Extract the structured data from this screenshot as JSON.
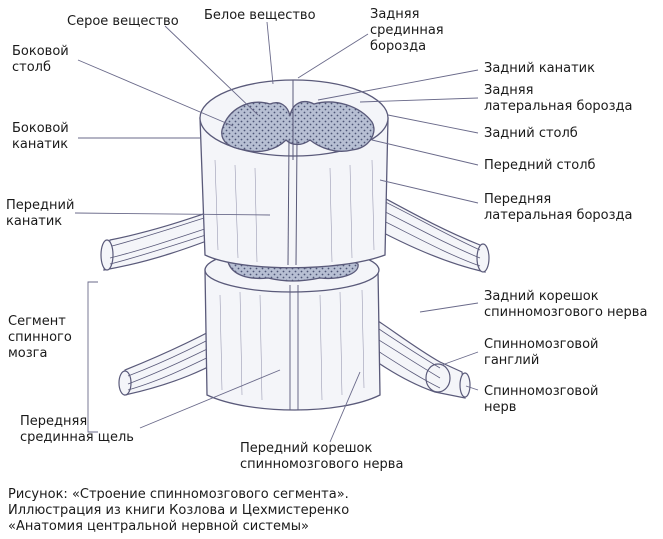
{
  "labels": {
    "gray_matter": "Серое вещество",
    "white_matter": "Белое вещество",
    "post_median_sulcus": [
      "Задняя",
      "срединная",
      "борозда"
    ],
    "lateral_column": [
      "Боковой",
      "столб"
    ],
    "lateral_funiculus": [
      "Боковой",
      "канатик"
    ],
    "anterior_funiculus": [
      "Передний",
      "канатик"
    ],
    "segment": [
      "Сегмент",
      "спинного",
      "мозга"
    ],
    "ant_median_fissure": [
      "Передняя",
      "срединная щель"
    ],
    "ant_root": [
      "Передний корешок",
      "спинномозгового нерва"
    ],
    "post_funiculus": "Задний канатик",
    "post_lat_sulcus": [
      "Задняя",
      "латеральная борозда"
    ],
    "post_column": "Задний столб",
    "ant_column": "Передний столб",
    "ant_lat_sulcus": [
      "Передняя",
      "латеральная борозда"
    ],
    "post_root": [
      "Задний корешок",
      "спинномозгового нерва"
    ],
    "ganglion": [
      "Спинномозговой",
      "ганглий"
    ],
    "nerve": [
      "Спинномозговой",
      "нерв"
    ]
  },
  "caption": [
    "Рисунок: «Строение спинномозгового сегмента».",
    "Иллюстрация из книги Козлова и Цехмистеренко",
    "«Анатомия центральной нервной системы»"
  ],
  "colors": {
    "stroke": "#5a5a7a",
    "gray_fill": "#a9b2c8",
    "white_fill": "#f4f5f9",
    "leader": "#6a6a8a"
  }
}
